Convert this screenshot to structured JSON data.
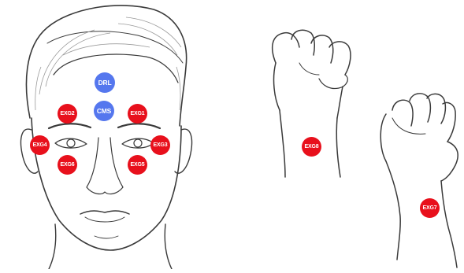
{
  "colors": {
    "exg": "#e8101c",
    "reference": "#5577ee",
    "line": "#3a3a3a"
  },
  "electrodes": {
    "drl": {
      "label": "DRL"
    },
    "cms": {
      "label": "CMS"
    },
    "exg1": {
      "label": "EXG1"
    },
    "exg2": {
      "label": "EXG2"
    },
    "exg3": {
      "label": "EXG3"
    },
    "exg4": {
      "label": "EXG4"
    },
    "exg5": {
      "label": "EXG5"
    },
    "exg6": {
      "label": "EXG6"
    },
    "exg7": {
      "label": "EXG7"
    },
    "exg8": {
      "label": "EXG8"
    }
  }
}
